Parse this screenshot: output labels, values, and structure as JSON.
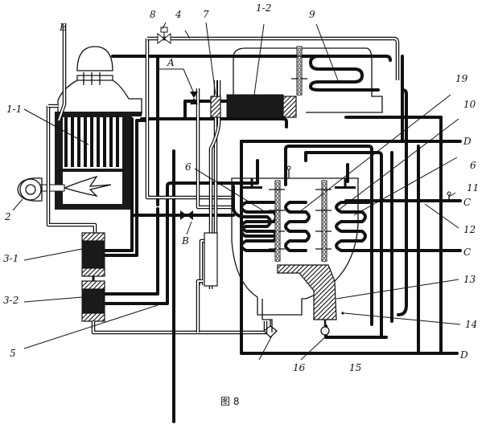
{
  "figure": {
    "caption": "图 8",
    "description": "Schematic of a heating/heat-exchange system with boiler, heat exchangers, valves and piping"
  },
  "labels": {
    "E": "E",
    "l1_1": "1-1",
    "l1_2": "1-2",
    "l2": "2",
    "l3_1": "3-1",
    "l3_2": "3-2",
    "l4": "4",
    "l5": "5",
    "l6a": "6",
    "l6b": "6",
    "l7": "7",
    "l8": "8",
    "l9": "9",
    "l10": "10",
    "l11": "11",
    "l12": "12",
    "l13": "13",
    "l14": "14",
    "l15": "15",
    "l16": "16",
    "l19": "19",
    "A": "A",
    "B": "B",
    "C1": "C",
    "C2": "C",
    "D1": "D",
    "D2": "D"
  },
  "components": [
    {
      "id": "1-1",
      "name": "boiler-tube-bank"
    },
    {
      "id": "1-2",
      "name": "upper-heat-exchanger"
    },
    {
      "id": "2",
      "name": "blower-fan"
    },
    {
      "id": "3-1",
      "name": "heat-exchanger-unit-1"
    },
    {
      "id": "3-2",
      "name": "heat-exchanger-unit-2"
    },
    {
      "id": "4",
      "name": "top-pipe"
    },
    {
      "id": "5",
      "name": "return-pipe"
    },
    {
      "id": "6",
      "name": "coil-pipe"
    },
    {
      "id": "7",
      "name": "vertical-tube"
    },
    {
      "id": "8",
      "name": "top-valve"
    },
    {
      "id": "9",
      "name": "upper-coil"
    },
    {
      "id": "10",
      "name": "spray-head"
    },
    {
      "id": "11",
      "name": "side-valve"
    },
    {
      "id": "12",
      "name": "pipe-c"
    },
    {
      "id": "13",
      "name": "hopper"
    },
    {
      "id": "14",
      "name": "sensor-point"
    },
    {
      "id": "15",
      "name": "pump-right"
    },
    {
      "id": "16",
      "name": "pump-left"
    },
    {
      "id": "19",
      "name": "nozzle"
    },
    {
      "id": "A",
      "name": "valve-a"
    },
    {
      "id": "B",
      "name": "valve-b"
    }
  ]
}
